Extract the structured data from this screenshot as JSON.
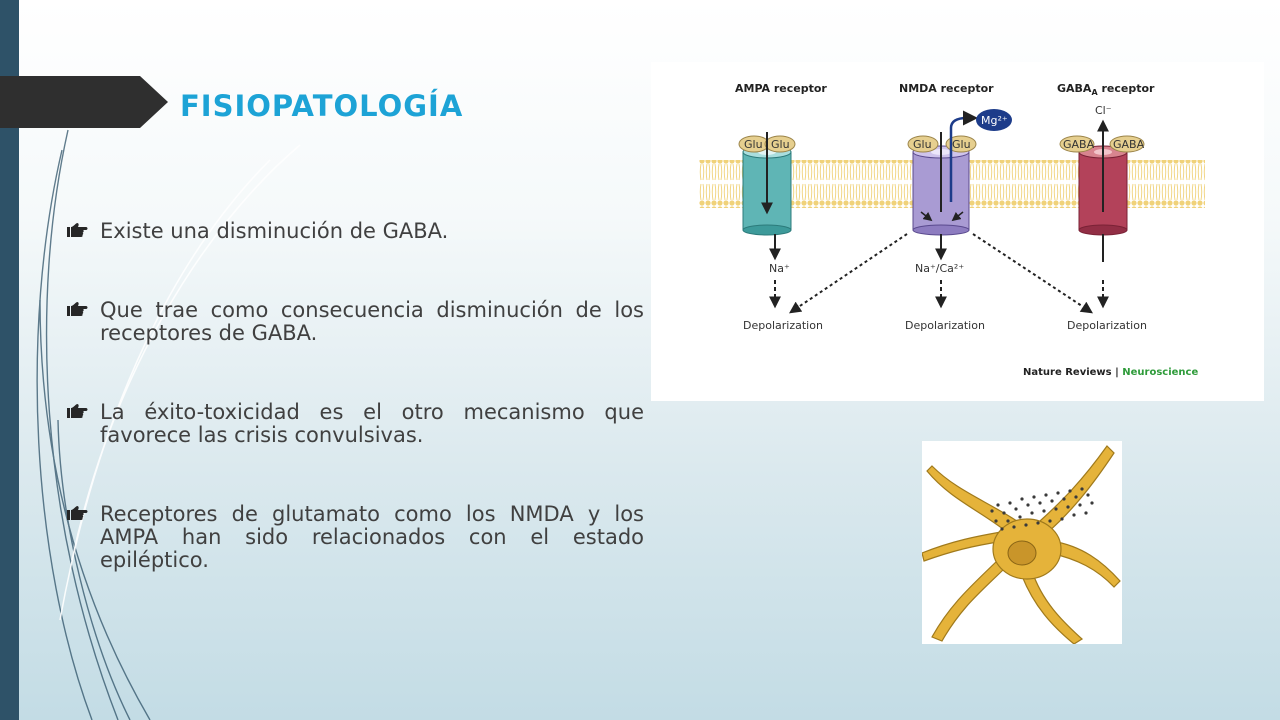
{
  "slide": {
    "title": "Fisiopatología",
    "bullets": [
      "Existe una disminución de GABA.",
      "Que trae como consecuencia disminución de los receptores de GABA.",
      "La éxito-toxicidad es el otro mecanismo que favorece las crisis convulsivas.",
      "Receptores de glutamato como los NMDA y los AMPA han sido relacionados con el estado epiléptico."
    ]
  },
  "diagram": {
    "receptors": [
      {
        "name": "AMPA receptor",
        "ligand_left": "Glu",
        "ligand_right": "Glu",
        "ion": "Na⁺",
        "effect": "Depolarization",
        "color": "#5fb5b5"
      },
      {
        "name": "NMDA receptor",
        "ligand_left": "Glu",
        "ligand_right": "Glu",
        "ion": "Na⁺/Ca²⁺",
        "effect": "Depolarization",
        "blocker": "Mg²⁺",
        "color": "#a99bd3"
      },
      {
        "name": "GABA",
        "name_sub": "A",
        "name_suffix": " receptor",
        "ligand_left": "GABA",
        "ligand_right": "GABA",
        "ion": "Cl⁻",
        "effect": "Depolarization",
        "color": "#b3425a"
      }
    ],
    "credit_journal": "Nature Reviews",
    "credit_separator": " | ",
    "credit_section": "Neuroscience"
  },
  "colors": {
    "title": "#1da3d6",
    "sidebar": "#2e5268",
    "title_tab": "#2f2f2f",
    "text": "#404040",
    "neuron": "#e5b33a",
    "membrane": "#f0d27a"
  },
  "icons": {
    "bullet": "hand-pointing-right-icon",
    "diagram": "receptor-diagram-image",
    "neuron": "neuron-illustration-image"
  }
}
